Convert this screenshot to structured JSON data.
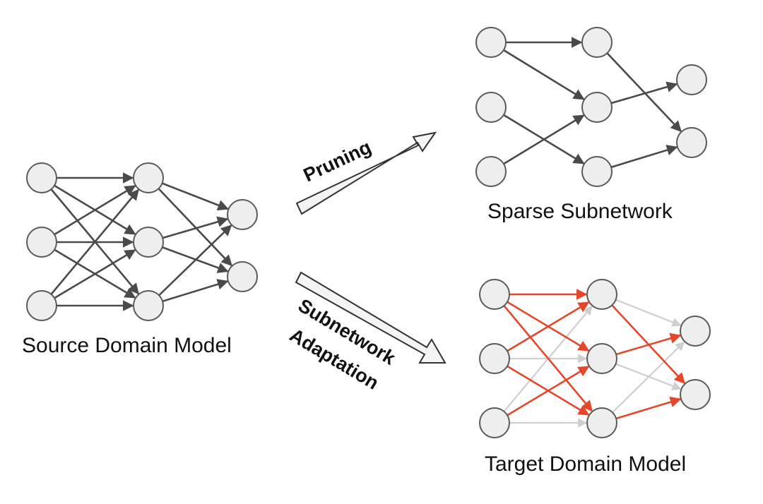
{
  "captions": {
    "source": "Source Domain Model",
    "sparse": "Sparse Subnetwork",
    "target": "Target Domain Model"
  },
  "arrows": {
    "pruning": "Pruning",
    "adaptation_line1": "Subnetwork",
    "adaptation_line2": "Adaptation"
  },
  "colors": {
    "node_fill": "#eeeeee",
    "node_stroke": "#5a5a5a",
    "edge_dark": "#4a4a4a",
    "edge_faint": "#cfcfcf",
    "edge_highlight": "#e5472b"
  }
}
